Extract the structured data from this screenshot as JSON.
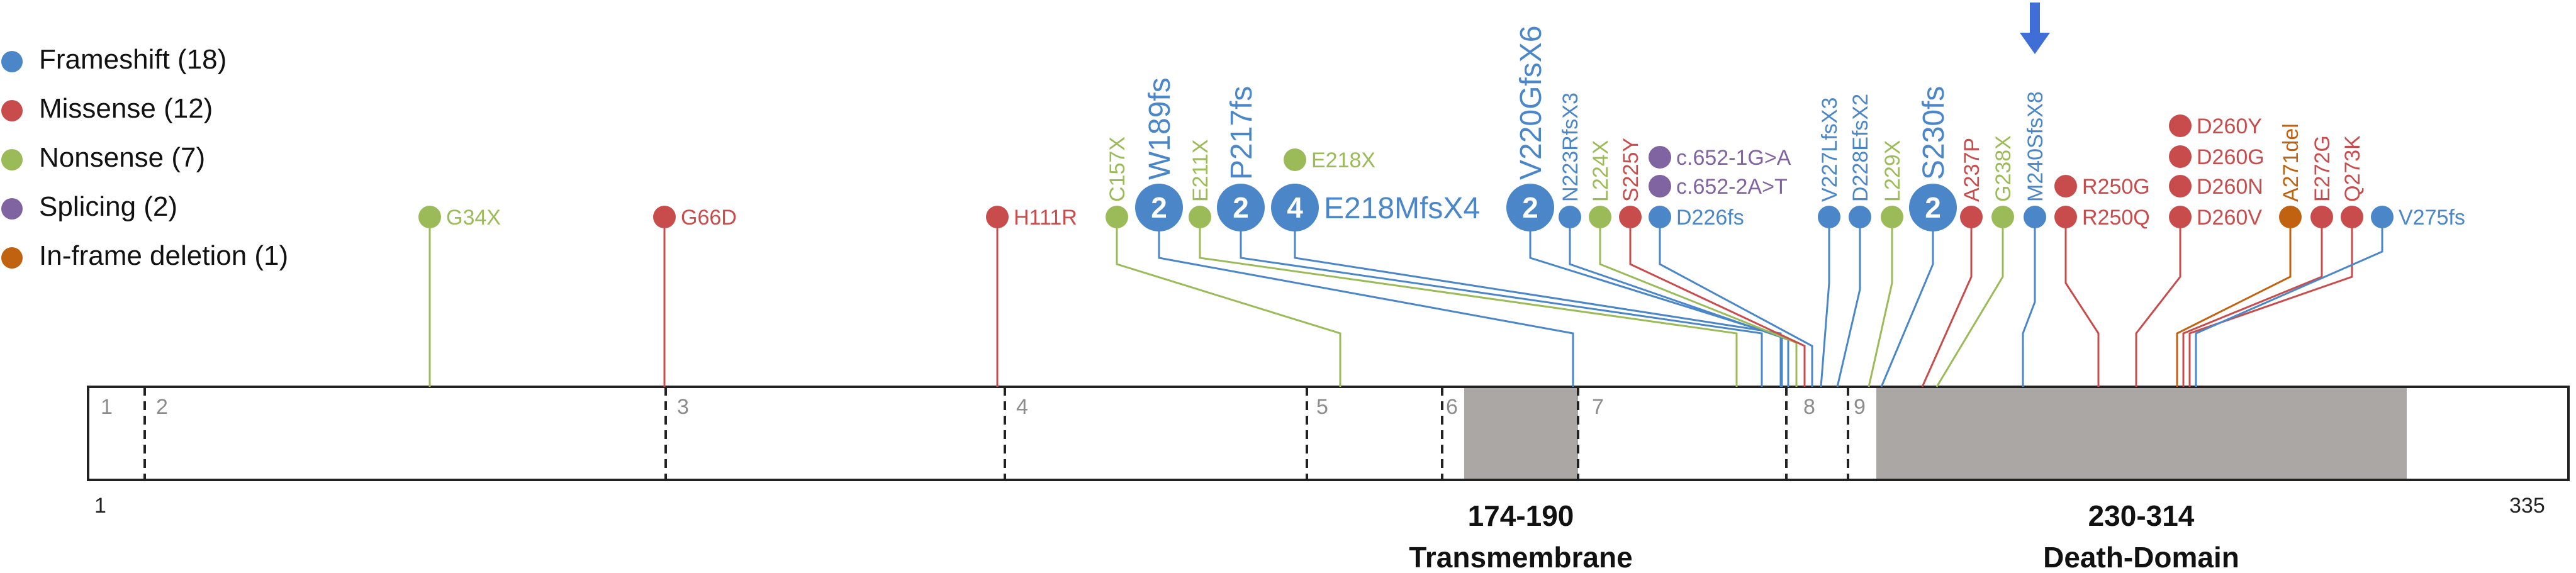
{
  "colors": {
    "frameshift": "#4a86c8",
    "missense": "#c94c4c",
    "nonsense": "#9bbb59",
    "splicing": "#8064a2",
    "inframe": "#c0620f",
    "domain": "#aaa7a4",
    "outline": "#222222",
    "exon_label": "#8c8c8c",
    "arrow": "#3f6ed6"
  },
  "legend": [
    {
      "type": "frameshift",
      "label": "Frameshift (18)"
    },
    {
      "type": "missense",
      "label": "Missense (12)"
    },
    {
      "type": "nonsense",
      "label": "Nonsense (7)"
    },
    {
      "type": "splicing",
      "label": "Splicing (2)"
    },
    {
      "type": "inframe",
      "label": "In-frame deletion (1)"
    }
  ],
  "protein": {
    "start_label": "1",
    "end_label": "335",
    "exons": [
      "1",
      "2",
      "3",
      "4",
      "5",
      "6",
      "7",
      "8",
      "9"
    ],
    "domains": [
      {
        "range": "174-190",
        "name": "Transmembrane"
      },
      {
        "range": "230-314",
        "name": "Death-Domain"
      }
    ]
  },
  "mutations": [
    {
      "id": "g34x",
      "label": "G34X",
      "type": "nonsense"
    },
    {
      "id": "g66d",
      "label": "G66D",
      "type": "missense"
    },
    {
      "id": "h111r",
      "label": "H111R",
      "type": "missense"
    },
    {
      "id": "c157x",
      "label": "C157X",
      "type": "nonsense"
    },
    {
      "id": "w189fs",
      "label": "W189fs",
      "type": "frameshift",
      "count": "2"
    },
    {
      "id": "e211x",
      "label": "E211X",
      "type": "nonsense"
    },
    {
      "id": "p217fs",
      "label": "P217fs",
      "type": "frameshift",
      "count": "2"
    },
    {
      "id": "e218x",
      "label": "E218X",
      "type": "nonsense"
    },
    {
      "id": "e218mfsx4",
      "label": "E218MfsX4",
      "type": "frameshift",
      "count": "4"
    },
    {
      "id": "v220gfsx6",
      "label": "V220GfsX6",
      "type": "frameshift",
      "count": "2"
    },
    {
      "id": "n223rfsx3",
      "label": "N223RfsX3",
      "type": "frameshift"
    },
    {
      "id": "l224x",
      "label": "L224X",
      "type": "nonsense"
    },
    {
      "id": "s225y",
      "label": "S225Y",
      "type": "missense"
    },
    {
      "id": "c652-1g",
      "label": "c.652-1G>A",
      "type": "splicing"
    },
    {
      "id": "c652-2a",
      "label": "c.652-2A>T",
      "type": "splicing"
    },
    {
      "id": "d226fs",
      "label": "D226fs",
      "type": "frameshift"
    },
    {
      "id": "v227lfsx3",
      "label": "V227LfsX3",
      "type": "frameshift"
    },
    {
      "id": "d228efsx2",
      "label": "D228EfsX2",
      "type": "frameshift"
    },
    {
      "id": "l229x",
      "label": "L229X",
      "type": "nonsense"
    },
    {
      "id": "s230fs",
      "label": "S230fs",
      "type": "frameshift",
      "count": "2"
    },
    {
      "id": "a237p",
      "label": "A237P",
      "type": "missense"
    },
    {
      "id": "g238x",
      "label": "G238X",
      "type": "nonsense"
    },
    {
      "id": "m240sfsx8",
      "label": "M240SfsX8",
      "type": "frameshift"
    },
    {
      "id": "r250g",
      "label": "R250G",
      "type": "missense"
    },
    {
      "id": "r250q",
      "label": "R250Q",
      "type": "missense"
    },
    {
      "id": "d260y",
      "label": "D260Y",
      "type": "missense"
    },
    {
      "id": "d260g",
      "label": "D260G",
      "type": "missense"
    },
    {
      "id": "d260n",
      "label": "D260N",
      "type": "missense"
    },
    {
      "id": "d260v",
      "label": "D260V",
      "type": "missense"
    },
    {
      "id": "a271del",
      "label": "A271del",
      "type": "inframe"
    },
    {
      "id": "e272g",
      "label": "E272G",
      "type": "missense"
    },
    {
      "id": "q273k",
      "label": "Q273K",
      "type": "missense"
    },
    {
      "id": "v275fs",
      "label": "V275fs",
      "type": "frameshift"
    }
  ]
}
